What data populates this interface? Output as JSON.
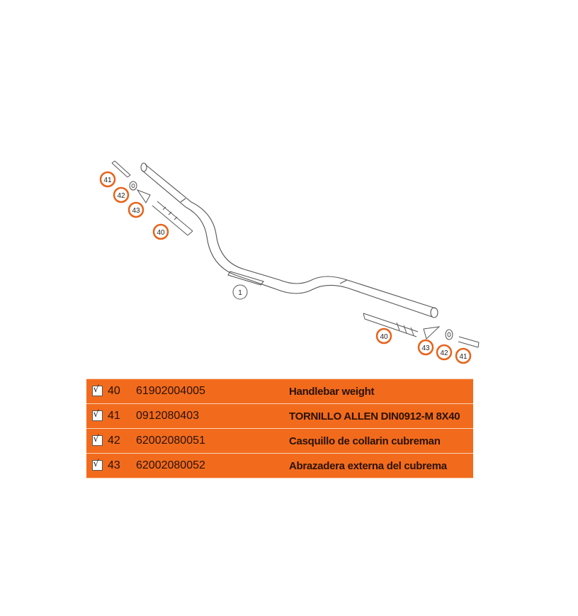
{
  "diagram": {
    "callouts": [
      "41",
      "42",
      "43",
      "40",
      "1",
      "40",
      "43",
      "42",
      "41"
    ],
    "accent_color": "#e8621a"
  },
  "parts": [
    {
      "pos": "40",
      "number": "61902004005",
      "description": "Handlebar weight",
      "checked": true
    },
    {
      "pos": "41",
      "number": "0912080403",
      "description": "TORNILLO ALLEN DIN0912-M 8X40",
      "checked": true
    },
    {
      "pos": "42",
      "number": "62002080051",
      "description": "Casquillo de collarin cubreman",
      "checked": true
    },
    {
      "pos": "43",
      "number": "62002080052",
      "description": "Abrazadera externa del cubrema",
      "checked": true
    }
  ],
  "colors": {
    "row_background": "#f26b1d",
    "callout_ring": "#e8621a"
  }
}
